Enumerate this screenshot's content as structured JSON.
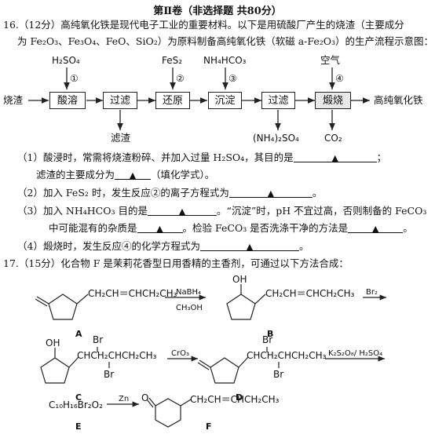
{
  "section_title": "第Ⅱ卷（非选择题 共80分）",
  "q16": {
    "intro_line1": "16.（12分）高纯氧化铁是现代电子工业的重要材料。以下是用硫酸厂产生的烧渣（主要成分",
    "intro_line2": "为 Fe₂O₃、Fe₃O₄、FeO、SiO₂）为原料制备高纯氧化铁（软磁 a-Fe₂O₃）的生产流程示意图：",
    "flow": {
      "start": "烧渣",
      "end": "高纯氧化铁",
      "steps": [
        "酸溶",
        "过滤",
        "还原",
        "沉淀",
        "过滤",
        "煅烧"
      ],
      "reagents": [
        "H₂SO₄",
        "FeS₂",
        "NH₄HCO₃",
        "空气"
      ],
      "reagent_marks": [
        "①",
        "②",
        "③",
        "④"
      ],
      "outputs": [
        "滤渣",
        "(NH₄)₂SO₄",
        "CO₂"
      ]
    },
    "parts": [
      {
        "text": "（1）酸浸时，常需将烧渣粉碎、并加入过量 H₂SO₄，其目的是",
        "end": "；"
      },
      {
        "text": "滤渣的主要成分为",
        "end": "（填化学式）。"
      },
      {
        "text": "（2）加入 FeS₂ 时，发生反应②的离子方程式为",
        "end": "。"
      },
      {
        "text": "（3）加入 NH₄HCO₃ 目的是",
        "mid": "。“沉淀”时，pH 不宜过高，否则制备的 FeCO₃"
      },
      {
        "text": "中可能混有的杂质是",
        "mid": "。检验 FeCO₃ 是否洗涤干净的方法是",
        "end": "。"
      },
      {
        "text": "（4）煅烧时，发生反应④的化学方程式为",
        "end": "。"
      }
    ],
    "blank_mark": "▲"
  },
  "q17": {
    "intro": "17.（15分）化合物 F 是茉莉花香型日用香精的主香剂，可通过以下方法合成：",
    "side_chain": "CH₂CH＝CHCH₂CH₃",
    "chain_C": "CHCH₂CHCH₂CH₃",
    "br": "Br",
    "oh": "OH",
    "reagents": {
      "AB_top": "NaBH₄",
      "AB_bottom": "CH₃OH",
      "B_next": "Br₂",
      "CD": "CrO₃",
      "D_next": "K₂S₂O₈/ H₂SO₄",
      "EF": "Zn"
    },
    "formula_E": "C₁₀H₁₆Br₂O₂",
    "labels": [
      "A",
      "B",
      "C",
      "D",
      "E",
      "F"
    ]
  }
}
